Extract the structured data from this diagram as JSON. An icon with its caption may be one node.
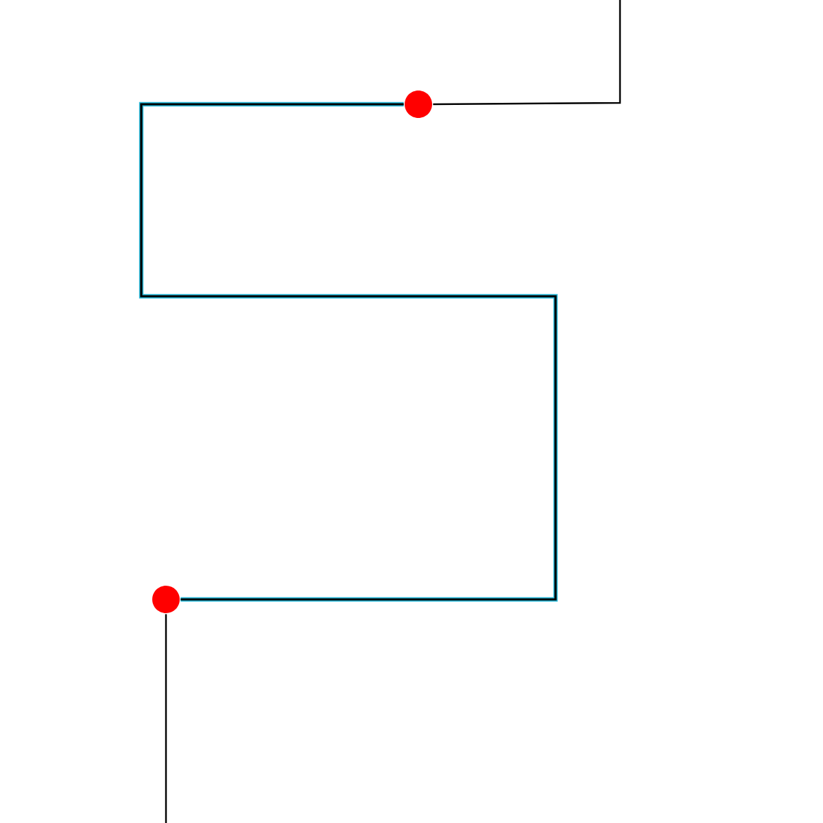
{
  "diagram": {
    "nodes": [
      {
        "text": [],
        "shape": "circle"
      },
      {
        "text": [],
        "shape": "circle"
      }
    ],
    "edges": [
      {
        "from": null,
        "to": 0,
        "arrow": "none"
      },
      {
        "from": 0,
        "to": 1,
        "arrow": "none",
        "style": "thick",
        "color": "#29b8d8"
      },
      {
        "from": 1,
        "to": null,
        "arrow": "none"
      }
    ]
  }
}
